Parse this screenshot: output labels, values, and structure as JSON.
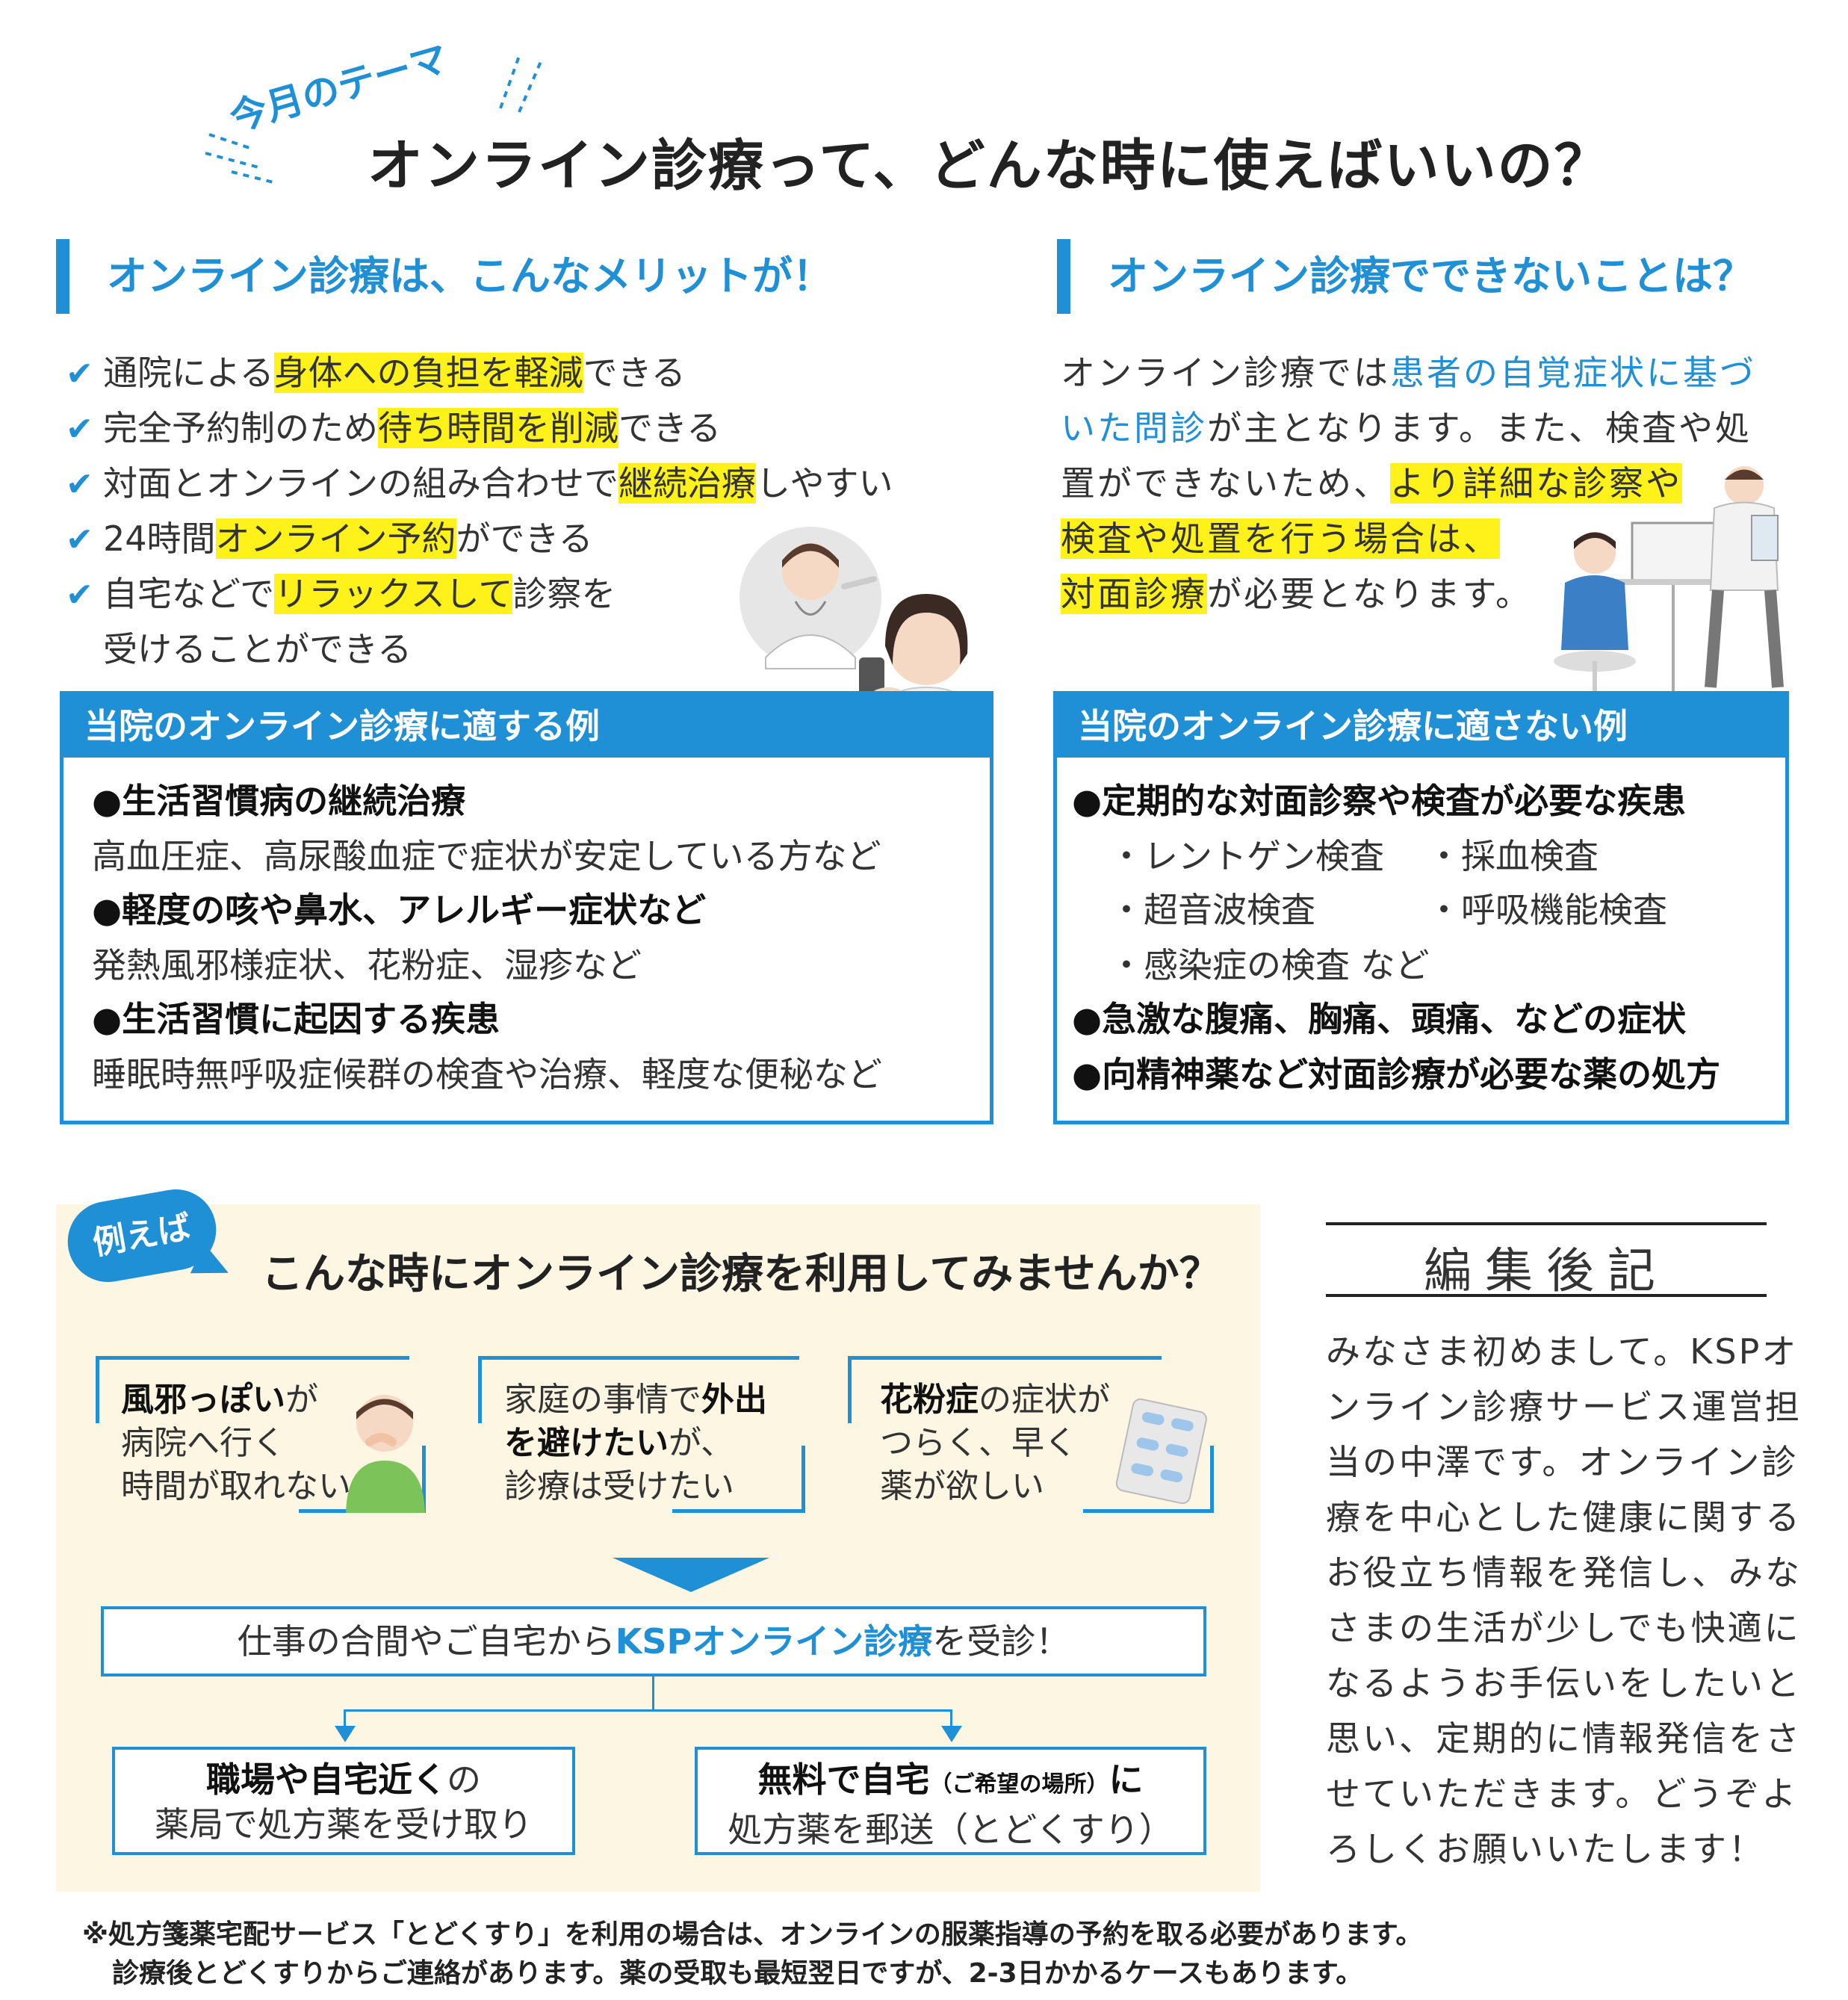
{
  "header": {
    "theme_label": "今月のテーマ",
    "title": "オンライン診療って、どんな時に使えばいいの？"
  },
  "merits": {
    "heading": "オンライン診療は、こんなメリットが！",
    "items": [
      {
        "pre": "通院による",
        "hl": "身体への負担を軽減",
        "post": "できる"
      },
      {
        "pre": "完全予約制のため",
        "hl": "待ち時間を削減",
        "post": "できる"
      },
      {
        "pre": "対面とオンラインの組み合わせで",
        "hl": "継続治療",
        "post": "しやすい"
      },
      {
        "pre": "24時間",
        "hl": "オンライン予約",
        "post": "ができる"
      },
      {
        "pre": "自宅などで",
        "hl": "リラックスして",
        "post": "診察を"
      }
    ],
    "item5_cont": "受けることができる"
  },
  "cannot": {
    "heading": "オンライン診療でできないことは？",
    "l1_pre": "オンライン診療では",
    "l1_blue": "患者の自覚症状に基づ",
    "l2_blue": "いた問診",
    "l2_post": "が主となります。また、検査や処",
    "l3_pre": "置ができないため、",
    "l3_hl": "より詳細な診察や",
    "l4_hl": "検査や処置を行う場合は、",
    "l5_hl": "対面診療",
    "l5_post": "が必要となります。"
  },
  "suitable": {
    "heading": "当院のオンライン診療に適する例",
    "items": [
      {
        "title": "●生活習慣病の継続治療",
        "desc": "高血圧症、高尿酸血症で症状が安定している方など"
      },
      {
        "title": "●軽度の咳や鼻水、アレルギー症状など",
        "desc": "発熱風邪様症状、花粉症、湿疹など"
      },
      {
        "title": "●生活習慣に起因する疾患",
        "desc": "睡眠時無呼吸症候群の検査や治療、軽度な便秘など"
      }
    ]
  },
  "unsuitable": {
    "heading": "当院のオンライン診療に適さない例",
    "title1": "●定期的な対面診察や検査が必要な疾患",
    "tests": [
      "・レントゲン検査",
      "・採血検査",
      "・超音波検査",
      "・呼吸機能検査",
      "・感染症の検査 など"
    ],
    "title2": "●急激な腹痛、胸痛、頭痛、などの症状",
    "title3": "●向精神薬など対面診療が必要な薬の処方"
  },
  "example": {
    "bubble": "例えば",
    "title": "こんな時にオンライン診療を利用してみませんか？",
    "case1": {
      "b": "風邪っぽい",
      "l1_post": "が",
      "l2": "病院へ行く",
      "l3": "時間が取れない"
    },
    "case2": {
      "l1_pre": "家庭の事情で",
      "l1_b": "外出",
      "l2_b": "を避けたい",
      "l2_post": "が、",
      "l3": "診療は受けたい"
    },
    "case3": {
      "b": "花粉症",
      "l1_post": "の症状が",
      "l2": "つらく、早く",
      "l3": "薬が欲しい"
    },
    "consult": {
      "pre": "仕事の合間やご自宅から",
      "blue": "KSPオンライン診療",
      "post": "を受診！"
    },
    "opt1": {
      "b": "職場や自宅近く",
      "l1_post": "の",
      "l2": "薬局で処方薬を受け取り"
    },
    "opt2": {
      "b1": "無料で自宅",
      "small": "（ご希望の場所）",
      "b2": "に",
      "l2": "処方薬を郵送（とどくすり）"
    }
  },
  "editor": {
    "title": "編集後記",
    "lines": [
      "みなさま初めまして。KSPオ",
      "ンライン診療サービス運営担",
      "当の中澤です。オンライン診",
      "療を中心とした健康に関する",
      "お役立ち情報を発信し、みな",
      "さまの生活が少しでも快適に",
      "なるようお手伝いをしたいと",
      "思い、定期的に情報発信をさ",
      "せていただきます。どうぞよ",
      "ろしくお願いいたします！"
    ]
  },
  "footnote": {
    "l1": "※処方箋薬宅配サービス「とどくすり」を利用の場合は、オンラインの服薬指導の予約を取る必要があります。",
    "l2": "診療後とどくすりからご連絡があります。薬の受取も最短翌日ですが、2-3日かかるケースもあります。"
  },
  "colors": {
    "accent": "#1f8fd6",
    "highlight": "#fff21a",
    "panel": "#fdf6e3"
  }
}
